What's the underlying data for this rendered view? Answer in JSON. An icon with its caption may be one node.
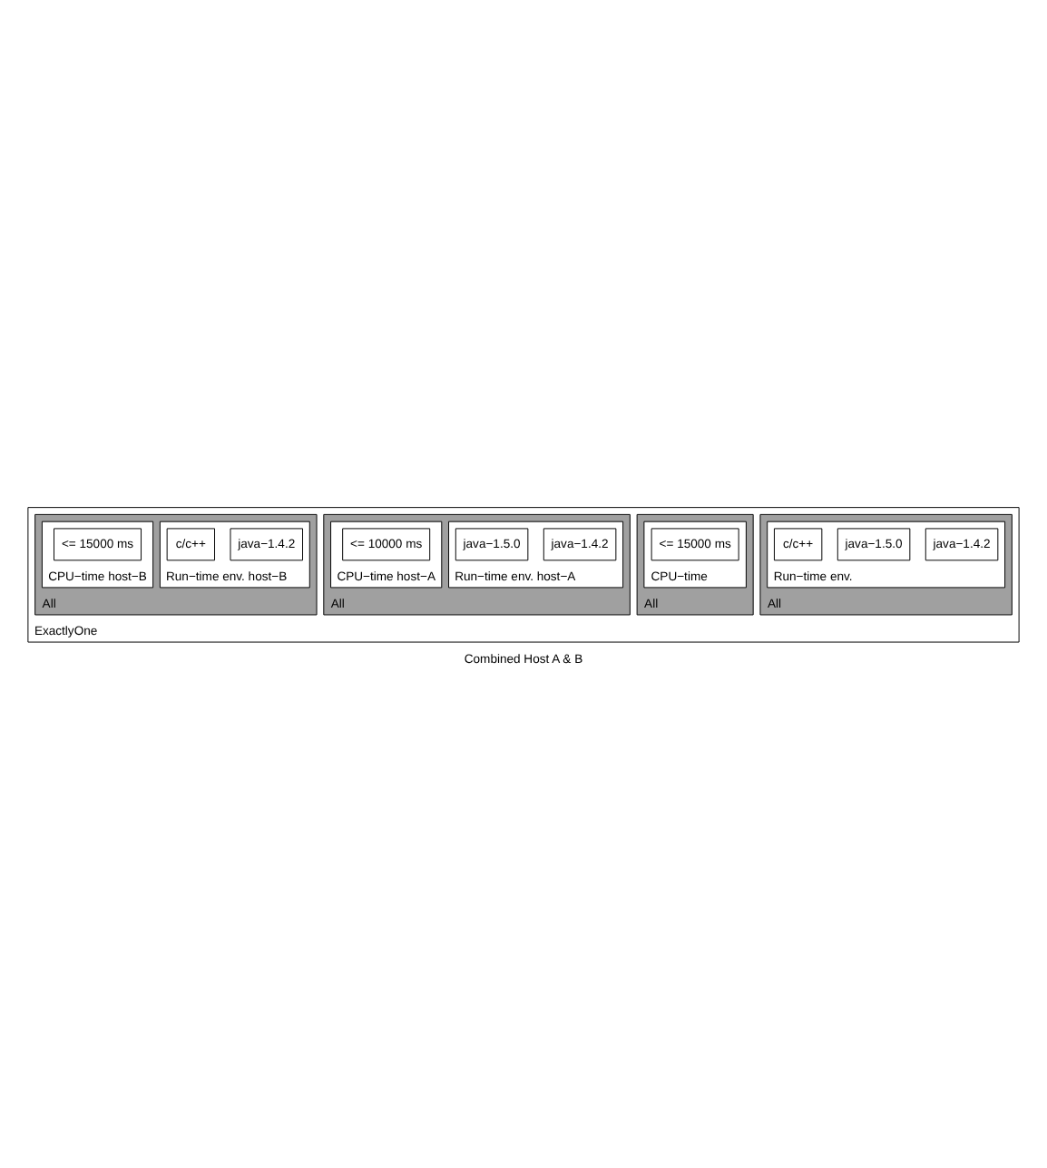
{
  "diagram": {
    "caption": "Combined Host A & B",
    "nodes": [
      {
        "text": [
          "ExactlyOne"
        ]
      },
      {
        "text": [
          "All"
        ],
        "in": 0
      },
      {
        "text": [
          "Run−time env."
        ],
        "in": 1
      },
      {
        "text": [
          "java−1.4.2"
        ],
        "in": 2
      },
      {
        "text": [
          "java−1.5.0"
        ],
        "in": 2
      },
      {
        "text": [
          "c/c++"
        ],
        "in": 2
      },
      {
        "text": [
          "All"
        ],
        "in": 0
      },
      {
        "text": [
          "CPU−time"
        ],
        "in": 6
      },
      {
        "text": [
          "<= 15000 ms"
        ],
        "in": 7
      },
      {
        "text": [
          "All"
        ],
        "in": 0
      },
      {
        "text": [
          "Run−time env. host−A"
        ],
        "in": 9
      },
      {
        "text": [
          "java−1.4.2"
        ],
        "in": 10
      },
      {
        "text": [
          "java−1.5.0"
        ],
        "in": 10
      },
      {
        "text": [
          "CPU−time host−A"
        ],
        "in": 9
      },
      {
        "text": [
          "<= 10000 ms"
        ],
        "in": 13
      },
      {
        "text": [
          "All"
        ],
        "in": 0
      },
      {
        "text": [
          "Run−time env. host−B"
        ],
        "in": 15
      },
      {
        "text": [
          "java−1.4.2"
        ],
        "in": 16
      },
      {
        "text": [
          "c/c++"
        ],
        "in": 16
      },
      {
        "text": [
          "CPU−time host−B"
        ],
        "in": 15
      },
      {
        "text": [
          "<= 15000 ms"
        ],
        "in": 19
      }
    ],
    "edges": []
  }
}
